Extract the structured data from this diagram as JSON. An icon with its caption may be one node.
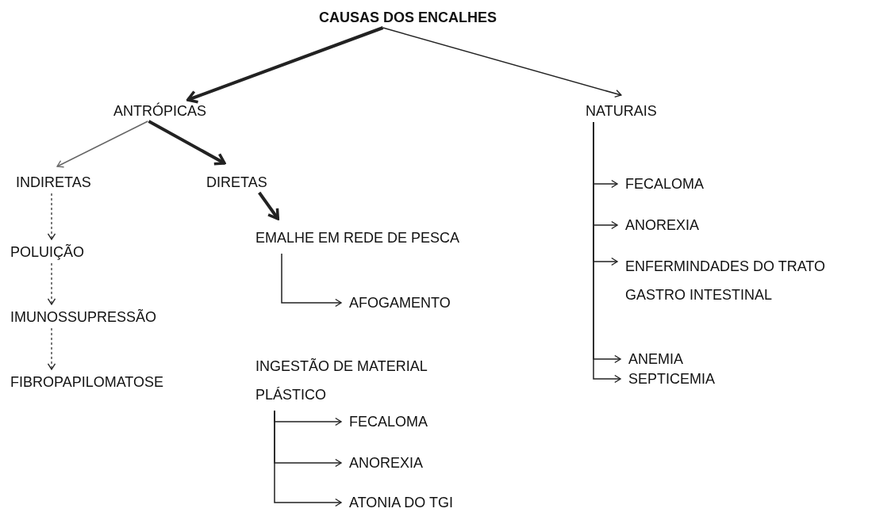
{
  "diagram": {
    "nodes": [
      {
        "text": [
          "CAUSAS DOS ENCALHES"
        ]
      },
      {
        "text": [
          "ANTRÓPICAS"
        ]
      },
      {
        "text": [
          "NATURAIS"
        ]
      },
      {
        "text": [
          "INDIRETAS"
        ]
      },
      {
        "text": [
          "DIRETAS"
        ]
      },
      {
        "text": [
          "POLUIÇÃO"
        ]
      },
      {
        "text": [
          "IMUNOSSUPRESSÃO"
        ]
      },
      {
        "text": [
          "FIBROPAPILOMATOSE"
        ]
      },
      {
        "text": [
          "EMALHE EM REDE DE PESCA"
        ]
      },
      {
        "text": [
          "AFOGAMENTO"
        ]
      },
      {
        "text": [
          "INGESTÃO DE MATERIAL PLÁSTICO"
        ]
      },
      {
        "text": [
          "FECALOMA"
        ]
      },
      {
        "text": [
          "ANOREXIA"
        ]
      },
      {
        "text": [
          "ATONIA DO TGI"
        ]
      },
      {
        "text": [
          "FECALOMA"
        ]
      },
      {
        "text": [
          "ANOREXIA"
        ]
      },
      {
        "text": [
          "ENFERMINDADES DO TRATO GASTRO INTESTINAL"
        ]
      },
      {
        "text": [
          "ANEMIA"
        ]
      },
      {
        "text": [
          "SEPTICEMIA"
        ]
      }
    ],
    "edges": [
      {
        "from": 0,
        "to": 1,
        "arrow": "to",
        "style": "thick"
      },
      {
        "from": 0,
        "to": 2,
        "arrow": "to"
      },
      {
        "from": 1,
        "to": 3,
        "arrow": "to",
        "color": "#666666"
      },
      {
        "from": 1,
        "to": 4,
        "arrow": "to",
        "style": "thick"
      },
      {
        "from": 3,
        "to": 5,
        "arrow": "to",
        "style": "dashed"
      },
      {
        "from": 5,
        "to": 6,
        "arrow": "to",
        "style": "dashed"
      },
      {
        "from": 6,
        "to": 7,
        "arrow": "to",
        "style": "dashed"
      },
      {
        "from": 4,
        "to": 8,
        "arrow": "to",
        "style": "thick"
      },
      {
        "from": 8,
        "to": 9,
        "arrow": "to"
      },
      {
        "from": 10,
        "to": 11,
        "arrow": "to"
      },
      {
        "from": 10,
        "to": 12,
        "arrow": "to"
      },
      {
        "from": 10,
        "to": 13,
        "arrow": "to"
      },
      {
        "from": 2,
        "to": 14,
        "arrow": "to"
      },
      {
        "from": 2,
        "to": 15,
        "arrow": "to"
      },
      {
        "from": 2,
        "to": 16,
        "arrow": "to"
      },
      {
        "from": 2,
        "to": 17,
        "arrow": "to"
      },
      {
        "from": 2,
        "to": 18,
        "arrow": "to"
      }
    ]
  }
}
